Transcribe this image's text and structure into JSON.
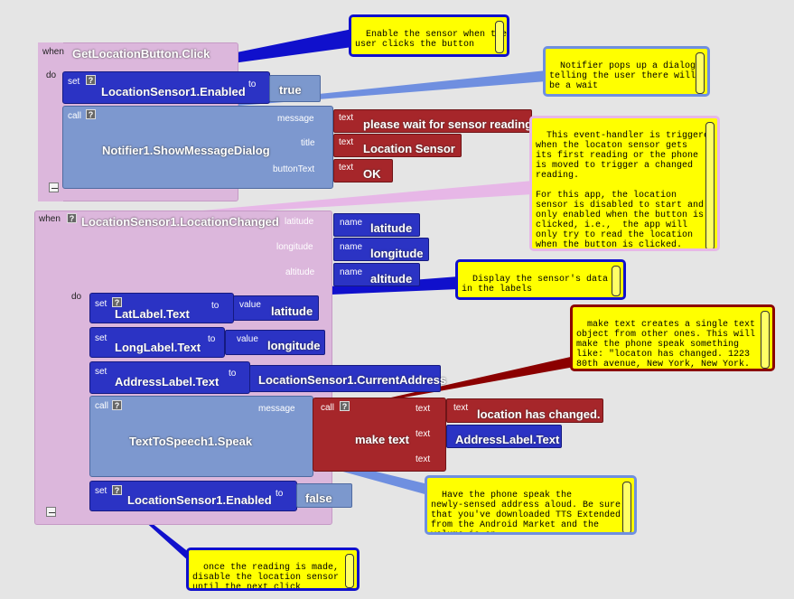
{
  "colors": {
    "event": "#dcb7dc",
    "setter": "#2b33c4",
    "call": "#7d98cf",
    "text": "#a6262a",
    "note": "#ffff00"
  },
  "labels": {
    "when": "when",
    "do": "do",
    "set": "set",
    "call": "call",
    "to": "to",
    "value": "value",
    "name": "name",
    "text": "text",
    "help": "?"
  },
  "event1": {
    "title": "GetLocationButton.Click",
    "set1": {
      "target": "LocationSensor1.Enabled",
      "value": "true"
    },
    "call1": {
      "method": "Notifier1.ShowMessageDialog",
      "params": [
        {
          "label": "message",
          "value": "please wait for sensor reading"
        },
        {
          "label": "title",
          "value": "Location Sensor"
        },
        {
          "label": "buttonText",
          "value": "OK"
        }
      ]
    }
  },
  "event2": {
    "title": "LocationSensor1.LocationChanged",
    "params": [
      {
        "label": "latitude",
        "name": "latitude"
      },
      {
        "label": "longitude",
        "name": "longitude"
      },
      {
        "label": "altitude",
        "name": "altitude"
      }
    ],
    "sets": [
      {
        "target": "LatLabel.Text",
        "value": "latitude"
      },
      {
        "target": "LongLabel.Text",
        "value": "longitude"
      },
      {
        "target": "AddressLabel.Text",
        "value": "LocationSensor1.CurrentAddress"
      }
    ],
    "speak": {
      "method": "TextToSpeech1.Speak",
      "param": "message",
      "maketext": "make text",
      "text_label": "text",
      "item1": "location has changed.",
      "item2": "AddressLabel.Text"
    },
    "final_set": {
      "target": "LocationSensor1.Enabled",
      "value": "false"
    }
  },
  "notes": {
    "n1": "Enable the sensor when the\nuser clicks the button",
    "n2": "Notifier pops up a dialog\ntelling the user there will\nbe a wait",
    "n3": "This event-handler is triggered\nwhen the locaton sensor gets\nits first reading or the phone\nis moved to trigger a changed\nreading.\n\nFor this app, the location\nsensor is disabled to start and\nonly enabled when the button is\nclicked, i.e.,  the app will\nonly try to read the location\nwhen the button is clicked.",
    "n4": "Display the sensor's data\nin the labels",
    "n5": "make text creates a single text\nobject from other ones. This will\nmake the phone speak something\nlike: \"locaton has changed. 1223\n80th avenue, New York, New York.",
    "n6": "Have the phone speak the\nnewly-sensed address aloud. Be sure\nthat you've downloaded TTS Extended\nfrom the Android Market and the\nvolume is on",
    "n7": "once the reading is made,\ndisable the location sensor\nuntil the next click"
  }
}
